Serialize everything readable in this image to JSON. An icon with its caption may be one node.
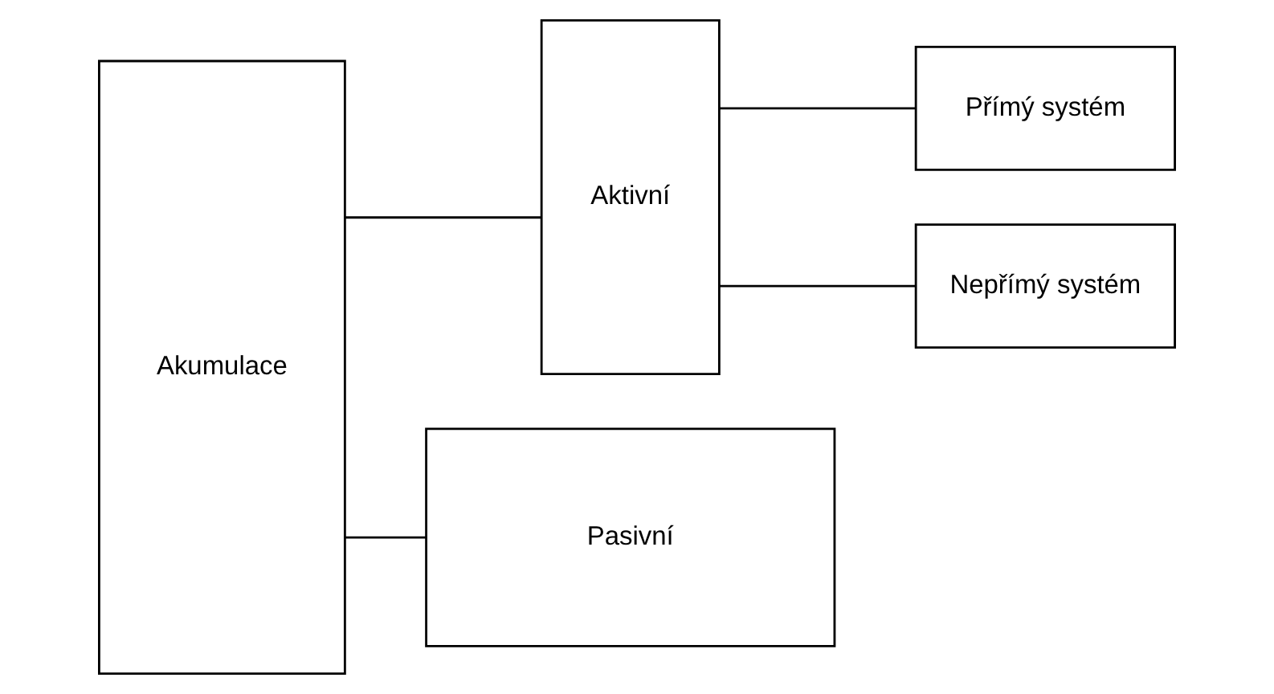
{
  "diagram": {
    "nodes": [
      {
        "text": [
          "Akumulace"
        ]
      },
      {
        "text": [
          "Aktivní"
        ]
      },
      {
        "text": [
          "Přímý systém"
        ]
      },
      {
        "text": [
          "Nepřímý systém"
        ]
      },
      {
        "text": [
          "Pasivní"
        ]
      }
    ],
    "edges": [
      {
        "from": 0,
        "to": 1,
        "arrow": "none"
      },
      {
        "from": 1,
        "to": 2,
        "arrow": "none"
      },
      {
        "from": 1,
        "to": 3,
        "arrow": "none"
      },
      {
        "from": 0,
        "to": 4,
        "arrow": "none"
      }
    ]
  }
}
